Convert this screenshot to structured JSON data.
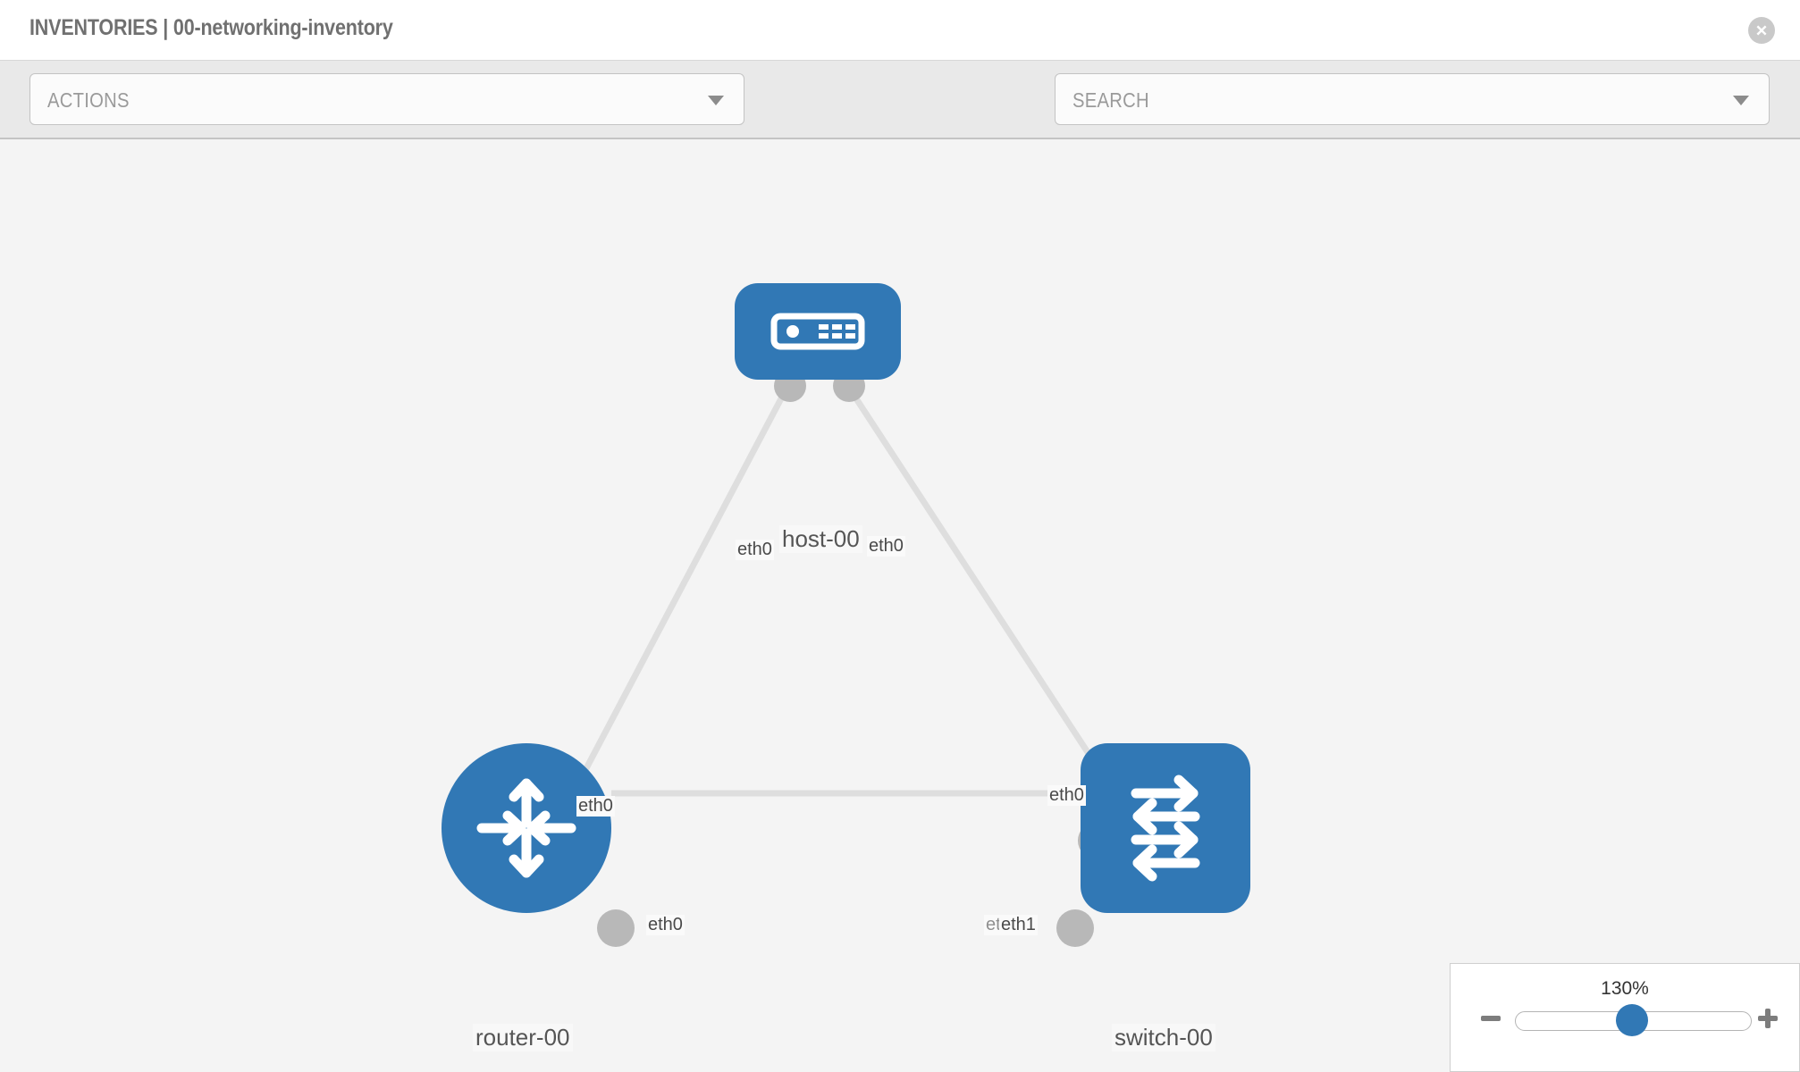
{
  "header": {
    "title": "INVENTORIES | 00-networking-inventory",
    "close_icon": "close-circle-icon"
  },
  "toolbar": {
    "actions_label": "ACTIONS",
    "actions_caret_icon": "chevron-down-icon",
    "wrench_icon": "wrench-icon",
    "key_icon": "key-icon",
    "search_placeholder": "SEARCH",
    "search_value": "",
    "search_caret_icon": "chevron-down-icon"
  },
  "topology": {
    "nodes": [
      {
        "id": "host-00",
        "label": "host-00",
        "type": "host",
        "icon": "server-icon"
      },
      {
        "id": "router-00",
        "label": "router-00",
        "type": "router",
        "icon": "router-arrows-icon"
      },
      {
        "id": "switch-00",
        "label": "switch-00",
        "type": "switch",
        "icon": "switch-arrows-icon"
      }
    ],
    "links": [
      {
        "from": "host-00",
        "to": "router-00",
        "from_interface": "eth0",
        "to_interface": "eth0"
      },
      {
        "from": "host-00",
        "to": "switch-00",
        "from_interface": "eth0",
        "to_interface": "eth0"
      },
      {
        "from": "router-00",
        "to": "switch-00",
        "from_interface": "eth0",
        "to_interface": "eth1"
      }
    ],
    "interface_labels": {
      "host_left": "eth0",
      "host_right": "eth0",
      "router_top": "eth0",
      "switch_top": "eth0",
      "router_right": "eth0",
      "switch_left_hidden": "eth",
      "switch_left": "eth1"
    }
  },
  "zoom_control": {
    "percent": "130%",
    "minus_label": "minus-icon",
    "plus_label": "plus-icon"
  },
  "colors": {
    "node_blue": "#3178b5",
    "canvas_bg": "#f4f4f4",
    "toolbar_bg": "#e9e9e9",
    "port_gray": "#b8b8b8",
    "link_gray": "#dedede",
    "title_gray": "#707070"
  }
}
